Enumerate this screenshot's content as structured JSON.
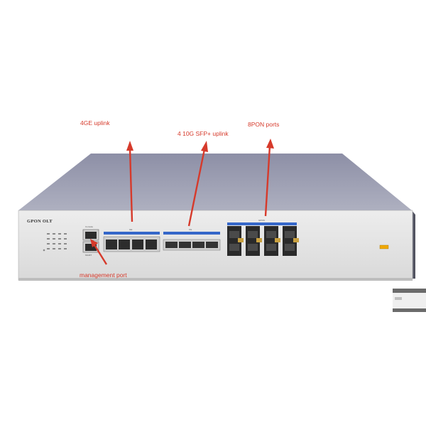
{
  "colors": {
    "annotation": "#d63a2b",
    "chassis_front": "#e6e6e6",
    "chassis_top": "#9a9cb0",
    "port_bar": "#3567c9",
    "warning_label": "#f0a800"
  },
  "annotations": {
    "uplink_4ge": "4GE uplink",
    "uplink_10g": "4 10G SFP+ uplink",
    "pon_ports": "8PON ports",
    "management_port": "management port"
  },
  "device": {
    "brand": "GPON OLT",
    "console_label": "Console",
    "ge_group_label": "GE",
    "sfp_group_label": "XG",
    "pon_group_label": "GPON",
    "mgmt_label": "MGMT"
  }
}
